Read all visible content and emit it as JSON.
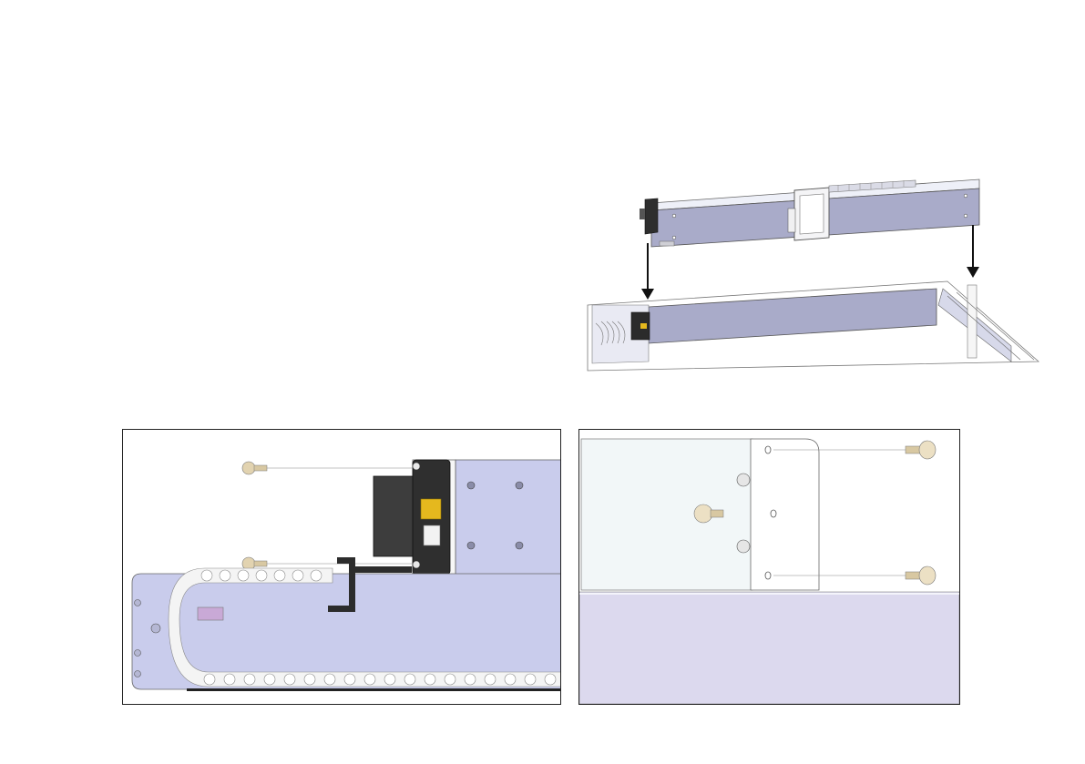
{
  "page": {
    "background": "#ffffff"
  },
  "colors": {
    "rail_face": "#a9abc9",
    "rail_face_light": "#c9ccec",
    "rail_edge": "#e9eaf5",
    "outline": "#555555",
    "motor_body": "#3a3a3a",
    "label_yellow": "#e5b81e",
    "chain_fill": "#f4f4f4",
    "plate_fill": "#f2f7f8",
    "lower_panel": "#dcd9ee",
    "arrow": "#111111"
  },
  "figures": {
    "overview": {
      "icon": "assembly-lowering-diagram",
      "arrows": 2
    },
    "detail_left": {
      "icon": "motor-bracket-screws-detail",
      "screws": 2,
      "chain_links": 28
    },
    "detail_right": {
      "icon": "end-plate-screws-detail",
      "screws": 3
    }
  }
}
